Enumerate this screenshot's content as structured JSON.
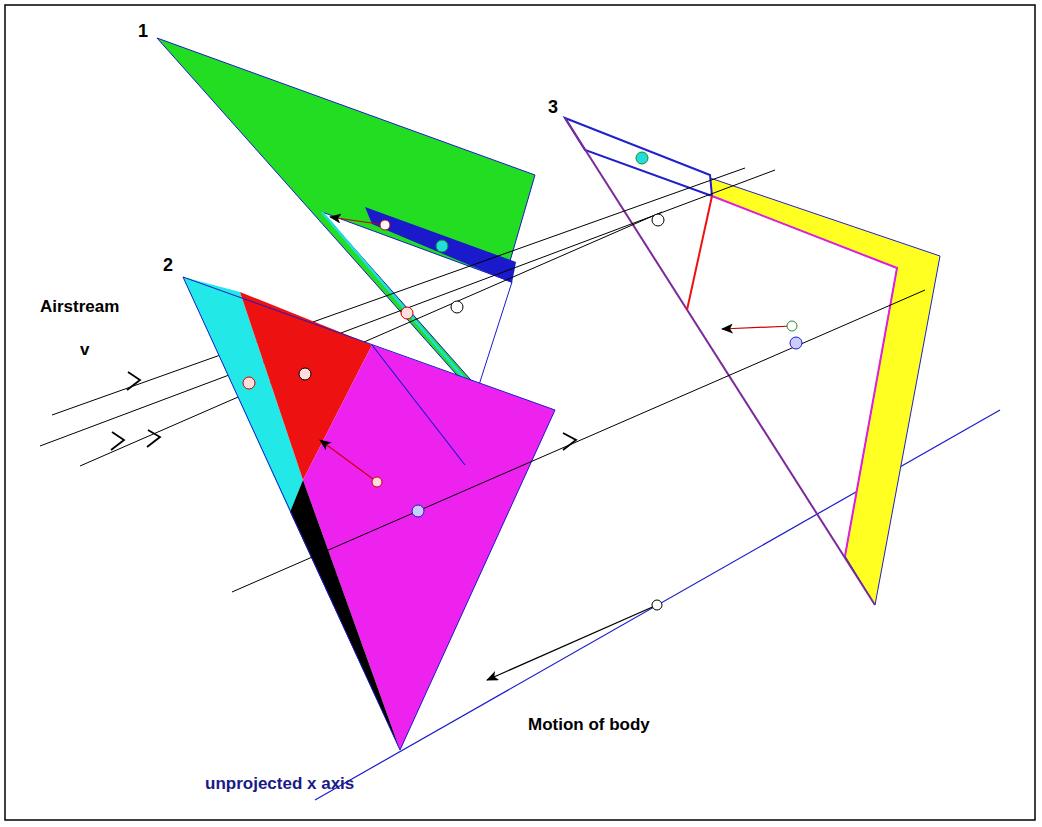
{
  "diagram": {
    "labels": [
      "1",
      "2",
      "3",
      "Airstream",
      "v",
      "Motion of body",
      "unprojected x axis"
    ]
  }
}
